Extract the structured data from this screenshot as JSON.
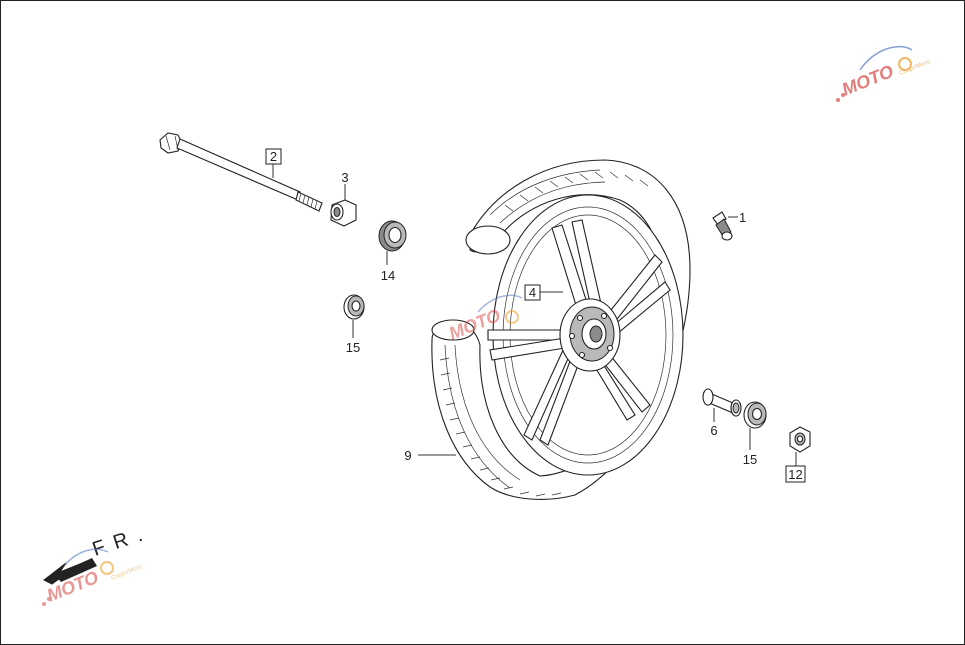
{
  "callouts": [
    {
      "id": "1",
      "boxed": false
    },
    {
      "id": "2",
      "boxed": true
    },
    {
      "id": "3",
      "boxed": false
    },
    {
      "id": "4",
      "boxed": true
    },
    {
      "id": "6",
      "boxed": false
    },
    {
      "id": "9",
      "boxed": false
    },
    {
      "id": "12",
      "boxed": true
    },
    {
      "id": "14",
      "boxed": false
    },
    {
      "id": "15",
      "boxed": false
    },
    {
      "id": "15b",
      "boxed": false,
      "text": "15"
    }
  ],
  "labels": {
    "c1": "1",
    "c2": "2",
    "c3": "3",
    "c4": "4",
    "c6": "6",
    "c9": "9",
    "c12": "12",
    "c14": "14",
    "c15a": "15",
    "c15b": "15"
  },
  "direction": {
    "text": "F R ."
  },
  "watermark": {
    "brand": "MOTO",
    "tagline": "Спорт/Мото"
  },
  "colors": {
    "line": "#222222",
    "watermark_red": "#d9534f",
    "watermark_blue": "#5b7fc2",
    "watermark_orange": "#f0a030"
  }
}
